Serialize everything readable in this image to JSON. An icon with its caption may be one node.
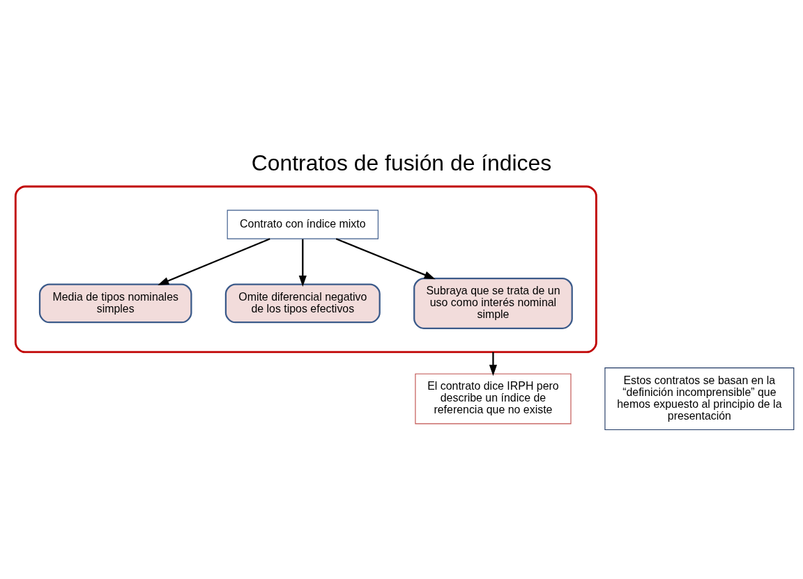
{
  "diagram": {
    "title": "Contratos de fusión de índices",
    "nodes": [
      {
        "text": [],
        "shape": "box"
      },
      {
        "text": [
          "Contrato con índice mixto"
        ],
        "in": 0
      },
      {
        "text": [
          "Media de tipos nominales simples"
        ],
        "in": 0
      },
      {
        "text": [
          "Omite diferencial negativo de los tipos efectivos"
        ],
        "in": 0
      },
      {
        "text": [
          "Subraya que se trata de un uso como interés nominal simple"
        ],
        "in": 0
      },
      {
        "text": [
          "El contrato dice IRPH pero describe un índice de referencia que no existe"
        ]
      },
      {
        "text": [
          "Estos contratos se basan en la “definición incomprensible” que hemos expuesto al principio de la presentación"
        ]
      }
    ],
    "edges": [
      {
        "from": 1,
        "to": 2,
        "arrow": "to"
      },
      {
        "from": 1,
        "to": 3,
        "arrow": "to"
      },
      {
        "from": 1,
        "to": 4,
        "arrow": "to"
      },
      {
        "from": 0,
        "to": 5,
        "arrow": "to"
      }
    ]
  }
}
